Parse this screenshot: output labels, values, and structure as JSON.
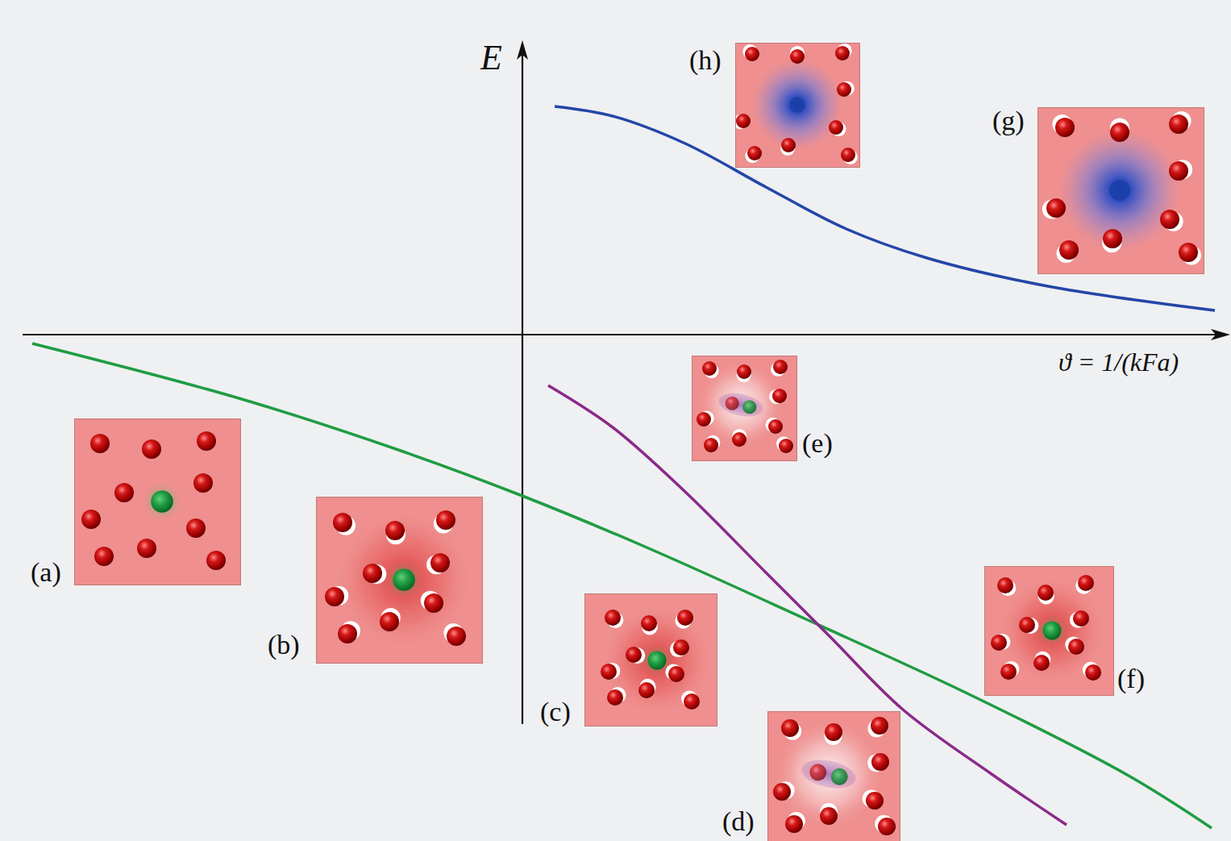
{
  "diagram": {
    "labels": [
      "E",
      "ϑ = 1/(kFa)",
      "(a)",
      "(b)",
      "(c)",
      "(d)",
      "(e)",
      "(f)",
      "(g)",
      "(h)"
    ]
  }
}
